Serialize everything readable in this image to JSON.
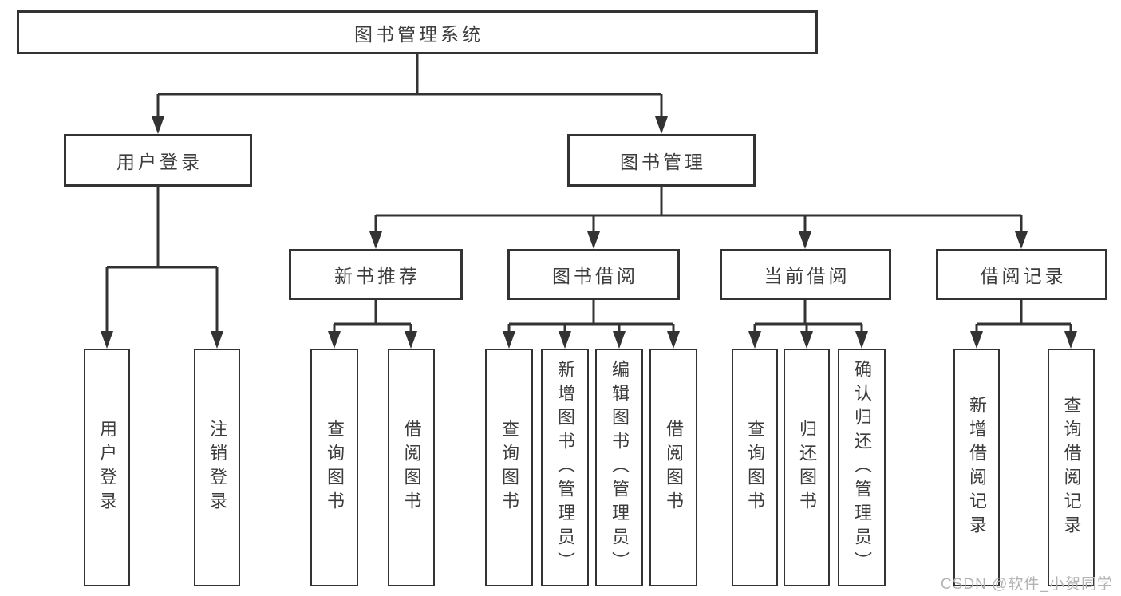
{
  "title": "图书管理系统",
  "colors": {
    "line": "#333333",
    "box_border": "#333333",
    "text": "#3d3d3d",
    "background": "#ffffff",
    "watermark": "#b3b3b3"
  },
  "tree": {
    "label": "图书管理系统",
    "children": [
      {
        "label": "用户登录",
        "children": [
          {
            "label": "用户登录"
          },
          {
            "label": "注销登录"
          }
        ]
      },
      {
        "label": "图书管理",
        "children": [
          {
            "label": "新书推荐",
            "children": [
              {
                "label": "查询图书"
              },
              {
                "label": "借阅图书"
              }
            ]
          },
          {
            "label": "图书借阅",
            "children": [
              {
                "label": "查询图书"
              },
              {
                "label": "新增图书（管理员）"
              },
              {
                "label": "编辑图书（管理员）"
              },
              {
                "label": "借阅图书"
              }
            ]
          },
          {
            "label": "当前借阅",
            "children": [
              {
                "label": "查询图书"
              },
              {
                "label": "归还图书"
              },
              {
                "label": "确认归还（管理员）"
              }
            ]
          },
          {
            "label": "借阅记录",
            "children": [
              {
                "label": "新增借阅记录"
              },
              {
                "label": "查询借阅记录"
              }
            ]
          }
        ]
      }
    ]
  },
  "watermark": "CSDN @软件_小贺同学"
}
